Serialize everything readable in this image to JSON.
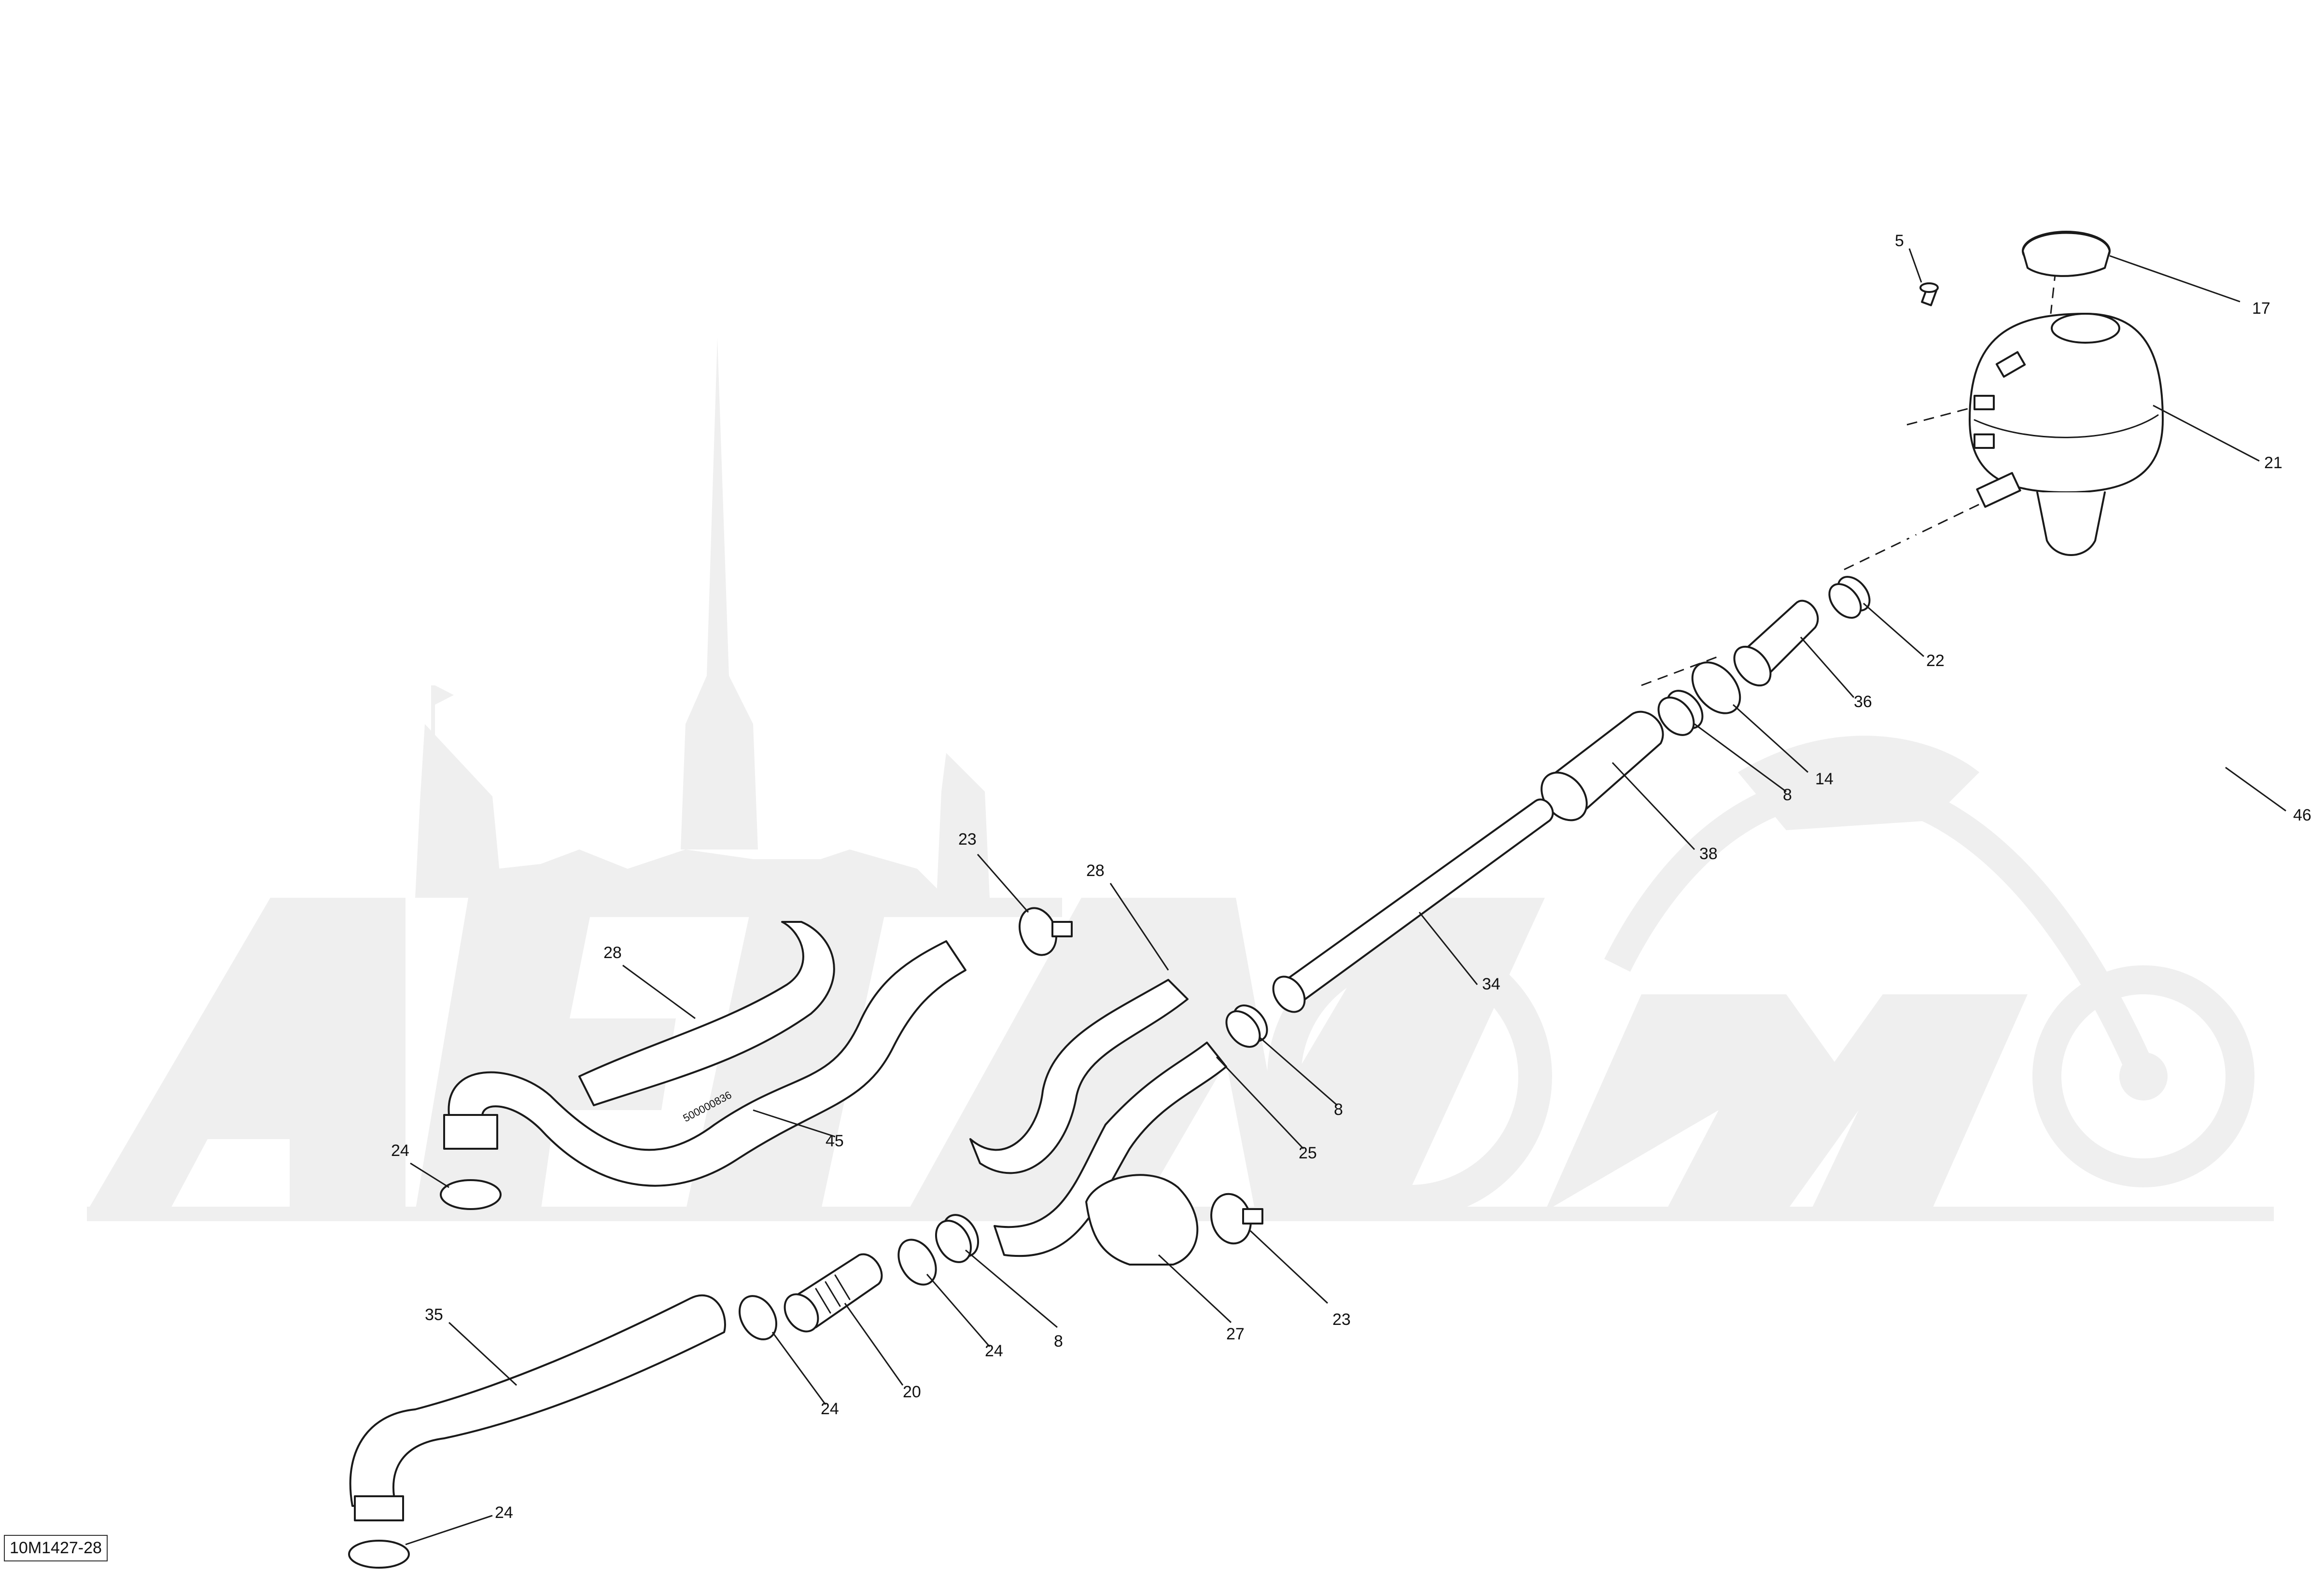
{
  "drawing_code": "10M1427-28",
  "hose_marking": "500000836",
  "callouts": [
    {
      "id": "c5",
      "label": "5"
    },
    {
      "id": "c17",
      "label": "17"
    },
    {
      "id": "c21",
      "label": "21"
    },
    {
      "id": "c46",
      "label": "46"
    },
    {
      "id": "c22",
      "label": "22"
    },
    {
      "id": "c36",
      "label": "36"
    },
    {
      "id": "c14",
      "label": "14"
    },
    {
      "id": "c8a",
      "label": "8"
    },
    {
      "id": "c38",
      "label": "38"
    },
    {
      "id": "c34",
      "label": "34"
    },
    {
      "id": "c8b",
      "label": "8"
    },
    {
      "id": "c25",
      "label": "25"
    },
    {
      "id": "c23a",
      "label": "23"
    },
    {
      "id": "c28a",
      "label": "28"
    },
    {
      "id": "c28b",
      "label": "28"
    },
    {
      "id": "c45",
      "label": "45"
    },
    {
      "id": "c24a",
      "label": "24"
    },
    {
      "id": "c35",
      "label": "35"
    },
    {
      "id": "c24b",
      "label": "24"
    },
    {
      "id": "c20",
      "label": "20"
    },
    {
      "id": "c24c",
      "label": "24"
    },
    {
      "id": "c8c",
      "label": "8"
    },
    {
      "id": "c27",
      "label": "27"
    },
    {
      "id": "c23b",
      "label": "23"
    },
    {
      "id": "c24d",
      "label": "24"
    }
  ]
}
